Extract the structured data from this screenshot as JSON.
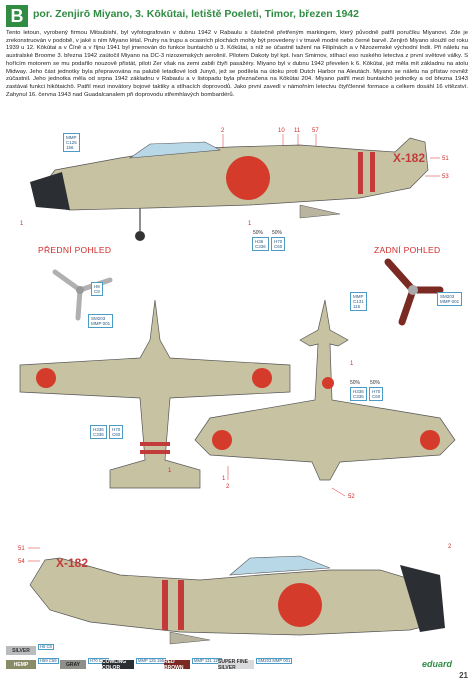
{
  "header": {
    "badge": "B",
    "title": "por. Zenjirō Miyano, 3. Kōkūtai, letiště Poeleti, Timor, březen 1942"
  },
  "description": "Tento letoun, vyrobený firmou Mitsubishi, byl vyfotografován v dubnu 1942 v Rabaulu s částečně přetřeným markingem, který původně patřil poručíku Miyanovi. Zde je zrekonstruován v podobě, v jaké s ním Miyano létal. Pruhy na trupu a ocasních plochách mohly být provedeny i v tmavě modré nebo černé barvě. Zenjirō Miyano sloužil od roku 1939 u 12. Kōkūtai a v Číně a v říjnu 1941 byl jmenován do funkce buntaichō u 3. Kōkūtai, s níž se účastnil tažení na Filipínách a v Nizozemské východní Indii. Při náletu na australské Broome 3. března 1942 zaútočil Miyano na DC-3 nizozemských aerolinií. Pilotem Dakoty byl kpt. Ivan Smirnov, stíhací eso ruského letectva z první světové války. S hořícím motorem se mu podařilo nouzově přistát, piloti Zer však na zemi zabili čtyři pasažéry. Miyano byl v dubnu 1942 převelen k 6. Kōkūtai, jež měla mít základnu na atolu Midway. Jeho část jednotky byla přepravována na palubě letadlové lodi Junyō, jež se podílela na útoku proti Dutch Harbor na Aleutách. Miyano se náletu na přístav rovněž zúčastnil. Jeho jednotka měla od srpna 1942 základnu v Rabaulu a v listopadu byla přeznačena na Kōkūtai 204. Miyano patřil mezi buntaichō jednotky a od března 1943 zastával funkci hikōtaichō. Patřil mezi inovátory bojové taktiky a stíhacích doprovodů. Jako první zavedl v námořním letectvu čtyřčlenné formace a celkem dosáhl 16 vítězství. Zahynul 16. června 1943 nad Guadalcanalem při doprovodu střemhlavých bombardérů.",
  "views": {
    "front": "PŘEDNÍ POHLED",
    "rear": "ZADNÍ POHLED"
  },
  "side_code": "X-182",
  "callouts": {
    "c2a": "2",
    "c10": "10",
    "c11": "11",
    "c57": "57",
    "c51a": "51",
    "c53": "53",
    "c1a": "1",
    "c1b": "1",
    "c2b": "2",
    "c52": "52",
    "c51b": "51",
    "c54": "54",
    "c2c": "2",
    "c1c": "1",
    "c1d": "1",
    "c1e": "1"
  },
  "boxes": {
    "b1": [
      "MMP",
      "C125",
      "156"
    ],
    "b2": [
      "H36",
      "C336"
    ],
    "b3": [
      "H70",
      "C60"
    ],
    "b4": [
      "H8",
      "C8"
    ],
    "b5": [
      "SM203",
      "MMP 001"
    ],
    "b6": [
      "MMP",
      "C131",
      "115"
    ],
    "b7": [
      "SM203",
      "MMP 001"
    ],
    "b8": [
      "H336",
      "C336"
    ],
    "b9": [
      "H70",
      "C60"
    ],
    "b10": [
      "H336",
      "C336"
    ],
    "b11": [
      "H70",
      "C60"
    ]
  },
  "pct": {
    "p1": "50%",
    "p2": "50%",
    "p3": "50%",
    "p4": "50%"
  },
  "legend": {
    "items": [
      {
        "name": "SILVER",
        "color": "#b9bbbd",
        "code": "H8 C8"
      },
      {
        "name": "HEMP",
        "color": "#8a8c68",
        "code": "H59 C59"
      },
      {
        "name": "GRAY",
        "color": "#8e8f88",
        "code": "H70 C60"
      },
      {
        "name": "COWLING COLOR",
        "color": "#2b2f34",
        "code": "MMP 125 156"
      },
      {
        "name": "RED BROWN",
        "color": "#7a2a22",
        "code": "MMP 131 115"
      },
      {
        "name": "SUPER FINE SILVER",
        "color": "#d8dadc",
        "code": "SM203 MMP 001"
      }
    ]
  },
  "brand": "eduard",
  "page_number": "21"
}
